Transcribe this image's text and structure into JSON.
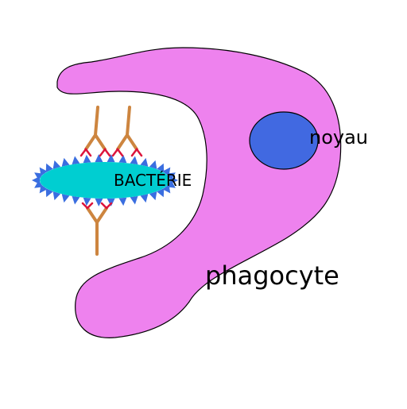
{
  "labels": {
    "cell": "phagocyte",
    "nucleus": "noyau",
    "bacterium": "BACTÉRIE"
  },
  "colors": {
    "phagocyte_fill": "#ee82ee",
    "nucleus_fill": "#4169e1",
    "bacterium_fill": "#00ced1",
    "antigen_spikes": "#3a6ee0",
    "antibody_arms": "#cd853f",
    "antibody_tips": "#dc143c",
    "outline": "#000000"
  },
  "icons": {
    "antibody": "y-shaped-antibody-icon",
    "antigen": "triangle-spike-icon"
  }
}
